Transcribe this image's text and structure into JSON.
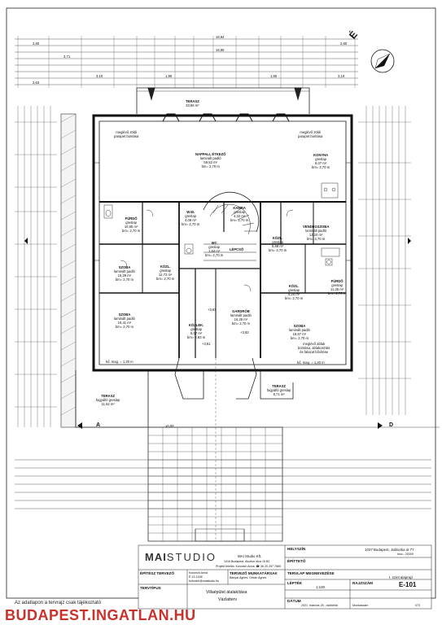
{
  "rooms": [
    {
      "key": "terasz_top",
      "name": "TERASZ",
      "l1": "33,56 m²",
      "l2": "",
      "l3": ""
    },
    {
      "key": "nappali",
      "name": "NAPPALI, ÉTKEZŐ",
      "l1": "laminált padló",
      "l2": "59,52 m²",
      "l3": "bm= 2,70 m"
    },
    {
      "key": "konyha",
      "name": "KONYHA",
      "l1": "greslap",
      "l2": "8,07 m²",
      "l3": "bm= 2,70 m"
    },
    {
      "key": "furdo1",
      "name": "FÜRDŐ",
      "l1": "greslap",
      "l2": "10,85 m²",
      "l3": "bm= 2,70 m"
    },
    {
      "key": "wc_top",
      "name": "W.W.",
      "l1": "greslap",
      "l2": "4,08 m²",
      "l3": "bm= 2,70 m"
    },
    {
      "key": "kamra",
      "name": "KAMRA",
      "l1": "greslap",
      "l2": "4,32 m²",
      "l3": "bm= 2,70 m"
    },
    {
      "key": "vendeg",
      "name": "VENDÉGSZOBA",
      "l1": "laminált padló",
      "l2": "13,10 m²",
      "l3": "bm= 2,70 m"
    },
    {
      "key": "szoba1",
      "name": "SZOBA",
      "l1": "laminált padló",
      "l2": "15,28 m²",
      "l3": "bm= 2,70 m"
    },
    {
      "key": "kozl1",
      "name": "KÖZL.",
      "l1": "greslap",
      "l2": "12,72 m²",
      "l3": "bm= 2,70 m"
    },
    {
      "key": "wc",
      "name": "WC",
      "l1": "greslap",
      "l2": "1,84 m²",
      "l3": "bm= 2,70 m"
    },
    {
      "key": "kozl2",
      "name": "KÖZL.",
      "l1": "greslap",
      "l2": "5,68 m²",
      "l3": "bm= 2,70 m"
    },
    {
      "key": "lepcso",
      "name": "LÉPCSŐ",
      "l1": "",
      "l2": "",
      "l3": ""
    },
    {
      "key": "furdo2",
      "name": "FÜRDŐ",
      "l1": "greslap",
      "l2": "11,35 m²",
      "l3": "bm= 2,70 m"
    },
    {
      "key": "kozl3",
      "name": "KÖZL.",
      "l1": "greslap",
      "l2": "4,20 m²",
      "l3": "bm= 2,70 m"
    },
    {
      "key": "szoba2",
      "name": "SZOBA",
      "l1": "laminált padló",
      "l2": "16,41 m²",
      "l3": "bm= 2,70 m"
    },
    {
      "key": "kozlek",
      "name": "KÖZLEK.",
      "l1": "greslap",
      "l2": "8,07 m²",
      "l3": "bm= 2,83 m"
    },
    {
      "key": "gardrob",
      "name": "GARDRÓB",
      "l1": "laminált padló",
      "l2": "16,28 m²",
      "l3": "bm= 2,70 m"
    },
    {
      "key": "szoba3",
      "name": "SZOBA",
      "l1": "laminált padló",
      "l2": "18,67 m²",
      "l3": "bm= 2,70 m"
    },
    {
      "key": "terasz_l",
      "name": "TERASZ",
      "l1": "fagyálló greslap",
      "l2": "11,52 m²",
      "l3": ""
    },
    {
      "key": "terasz_r",
      "name": "TERASZ",
      "l1": "fagyálló greslap",
      "l2": "8,71 m²",
      "l3": ""
    }
  ],
  "notes": {
    "parapet1": "meglévő zöldi",
    "parapet2": "parapet bontása",
    "szoba_note1": "meglévő ablak",
    "szoba_note2": "bontása, ablakosztás",
    "szoba_note3": "és falazat bővítése",
    "kmag1": "kő. mag. = 1,20 m",
    "kmag2": "kő. mag. = 1,20 m",
    "kmag3": "kő. mag. = 1,20 m",
    "level1": "+3,81",
    "level2": "+3,82",
    "level3": "+3,81",
    "level4": "±0,00",
    "section_a": "A",
    "section_d": "D"
  },
  "dims": {
    "d1": "18,94",
    "d2": "2,80",
    "d3": "2,80",
    "d4": "3,71",
    "d5": "16,95",
    "d6": "3,10",
    "d7": "1,95",
    "d8": "1,95",
    "d9": "3,10",
    "d10": "2,63"
  },
  "north": "É",
  "titleblock": {
    "logo_a": "MAI",
    "logo_b": "STUDIO",
    "firm1": "MAI Studio Kft.",
    "firm2": "1016 Budapest, Alsóbor utca 15 B2",
    "firm3": "Projekt felelős: Kolonich Anna, ☎ 36 20 257 7680",
    "helyszin_lbl": "HELYSZÍN",
    "helyszin_val": "1037 Budapest, Jablonka út 77",
    "hrsz": "hrsz.: 20309",
    "epitteto_lbl": "ÉPÍTTETŐ",
    "epitesz_lbl": "ÉPÍTÉSZ TERVEZŐ",
    "epitesz_val1": "Kolonich Anna",
    "epitesz_val2": "É 13-1436",
    "epitesz_val3": "kolonich@maistudio.hu",
    "munkatars_lbl": "TERVEZŐ MUNKATÁRSAK",
    "munkatars_val1": "Bányai Ágnes, Orbán Ágnes",
    "tervlap_lbl": "TERVLAP MEGNEVEZÉSE",
    "tervlap_val": "I. szint alaprajz",
    "tervtipus_lbl": "TERVTÍPUS",
    "projekt_val1": "Villaépület átalakítása",
    "projekt_val2": "Vázlatterv",
    "lepték_lbl": "LÉPTÉK",
    "lepték_val": "1:100",
    "rajzszam_lbl": "RAJZSZÁM",
    "rajzszam_val": "E-101",
    "datum_lbl": "DÁTUM",
    "datum_val": "2021. március 25., csütörtök",
    "munkaszam_lbl": "Munkaszám",
    "munkaszam_val": "073"
  },
  "watermark": "BUDAPEST.INGATLAN.HU",
  "watermark_sub": "Az adatlapon a tervrajz csak tájékoztató"
}
